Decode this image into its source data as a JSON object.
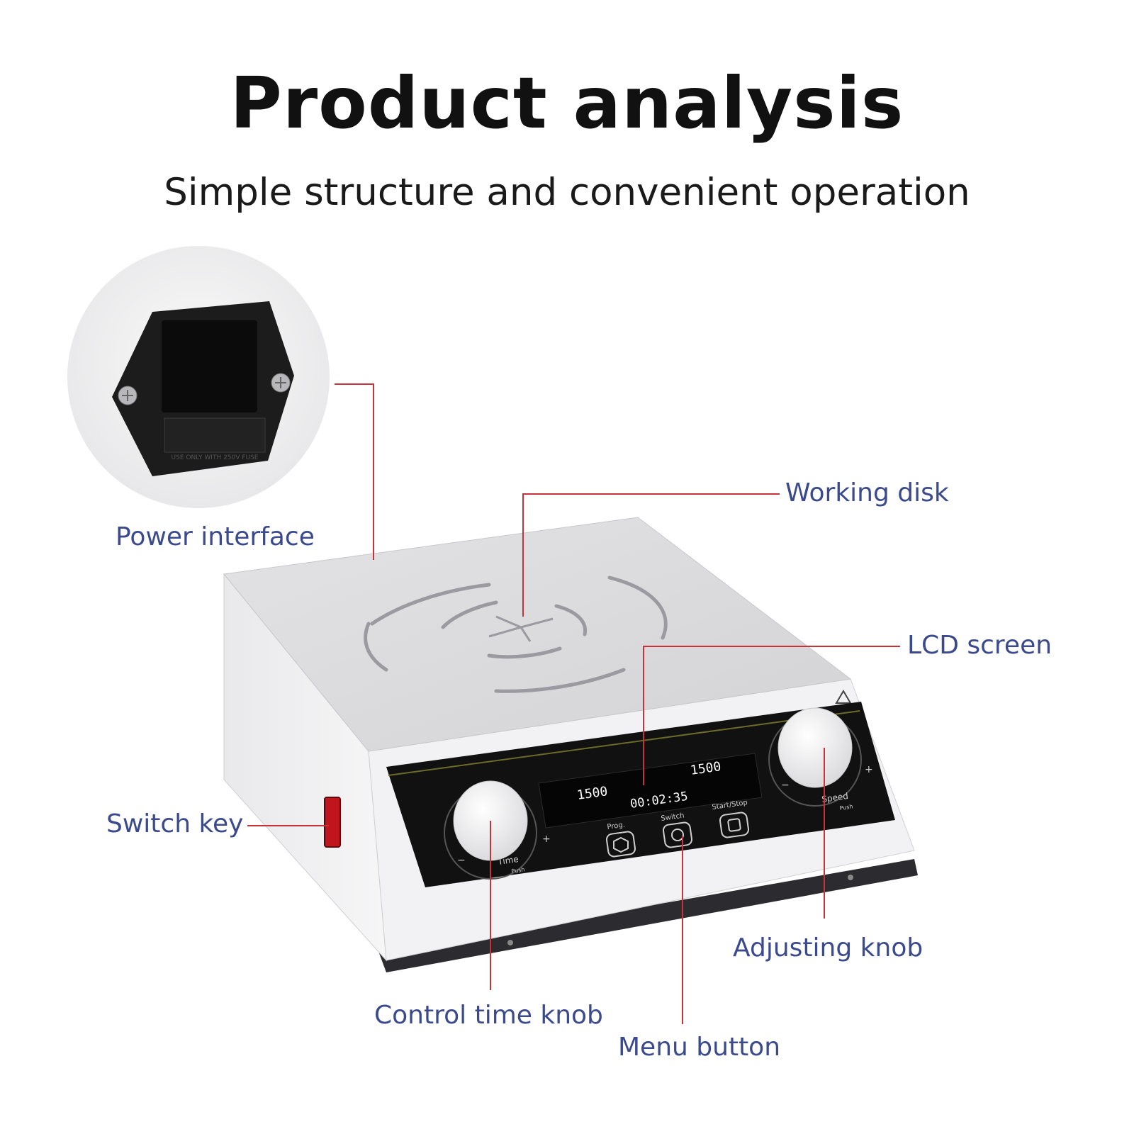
{
  "title": "Product analysis",
  "subtitle": "Simple structure and convenient operation",
  "colors": {
    "label_text": "#3b4a8c",
    "callout_line": "#c8333a",
    "device_body": "#ececee",
    "panel": "#111111",
    "power_switch": "#c0151c"
  },
  "callouts": {
    "power_interface": "Power interface",
    "working_disk": "Working disk",
    "lcd_screen": "LCD screen",
    "switch_key": "Switch key",
    "adjusting_knob": "Adjusting knob",
    "control_time_knob": "Control time knob",
    "menu_button": "Menu button"
  },
  "device": {
    "lcd": {
      "value_left": "1500",
      "value_right": "1500",
      "timer": "00:02:35"
    },
    "buttons": {
      "prog": "Prog.",
      "switch": "Switch",
      "start_stop": "Start/Stop"
    },
    "knobs": {
      "time_label": "Time",
      "time_push": "Push",
      "speed_label": "Speed",
      "speed_push": "Push",
      "minus": "−",
      "plus": "+"
    },
    "fuse_text": "USE ONLY WITH 250V FUSE"
  }
}
